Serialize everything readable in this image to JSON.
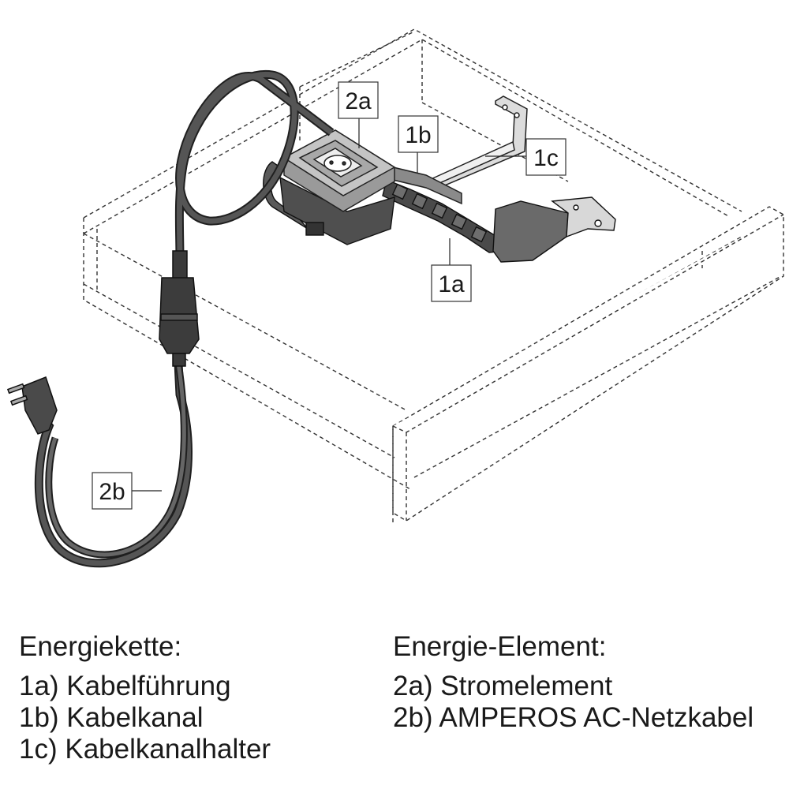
{
  "callouts": {
    "c1a": "1a",
    "c1b": "1b",
    "c1c": "1c",
    "c2a": "2a",
    "c2b": "2b"
  },
  "legend": {
    "left": {
      "title": "Energiekette:",
      "items": [
        "1a) Kabelführung",
        "1b) Kabelkanal",
        "1c) Kabelkanalhalter"
      ]
    },
    "right": {
      "title": "Energie-Element:",
      "items": [
        "2a) Stromelement",
        "2b) AMPEROS AC-Netzkabel"
      ]
    }
  },
  "colors": {
    "cable": "#555555",
    "cable_outline": "#1f1f1f",
    "socket_frame": "#b8b8b8",
    "chain": "#4a4a4a",
    "bracket": "#dcdcdc",
    "drawer_line": "#333333"
  }
}
